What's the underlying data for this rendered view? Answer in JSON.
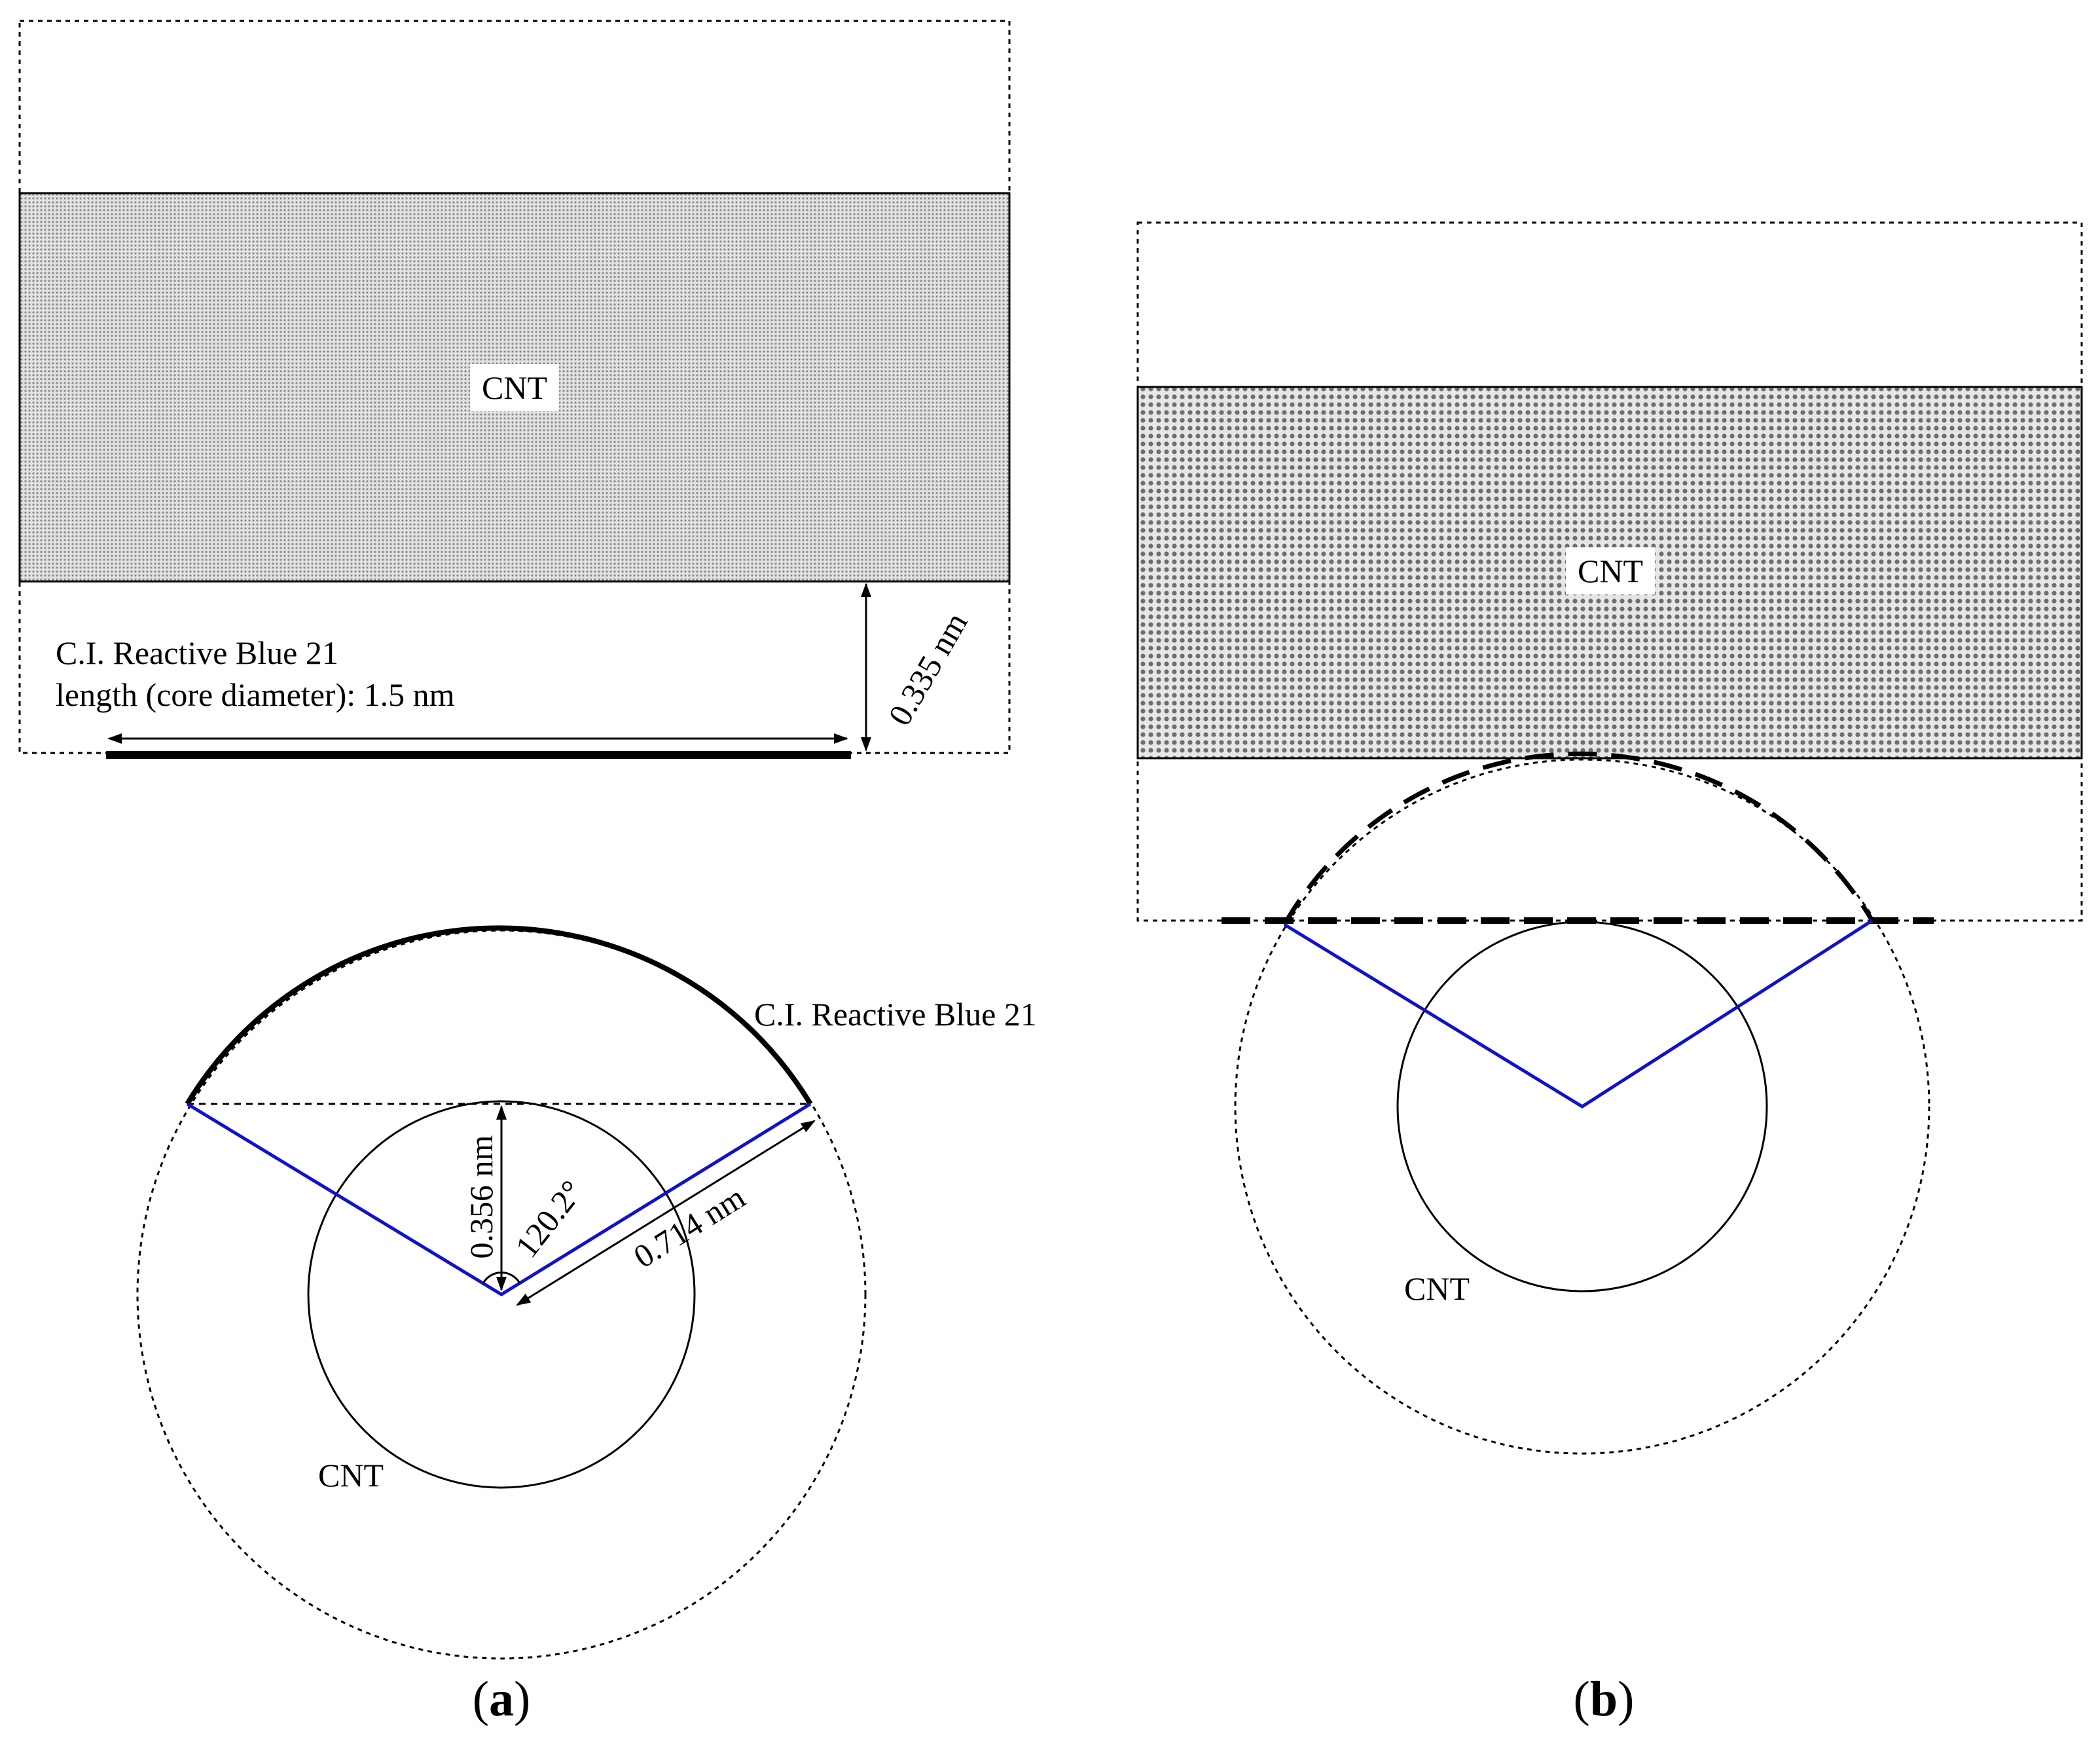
{
  "panel_a": {
    "caption_open": "(",
    "caption_letter": "a",
    "caption_close": ")",
    "cnt_side_label": "CNT",
    "dye_name_line1": "C.I. Reactive Blue 21",
    "dye_length_line2": "length (core diameter): 1.5 nm",
    "gap_dimension": "0.335 nm",
    "radius_dimension": "0.356 nm",
    "angle_label": "120.2°",
    "arm_dimension": "0.714 nm",
    "cnt_cross_label": "CNT",
    "dye_arc_label": "C.I. Reactive Blue 21"
  },
  "panel_b": {
    "caption_open": "(",
    "caption_letter": "b",
    "caption_close": ")",
    "cnt_side_label": "CNT",
    "cnt_cross_label": "CNT"
  },
  "colors": {
    "blue_line": "#1010d0",
    "cnt_fill_a": "#cfcfcf",
    "cnt_fill_b": "#c4c4c4"
  }
}
